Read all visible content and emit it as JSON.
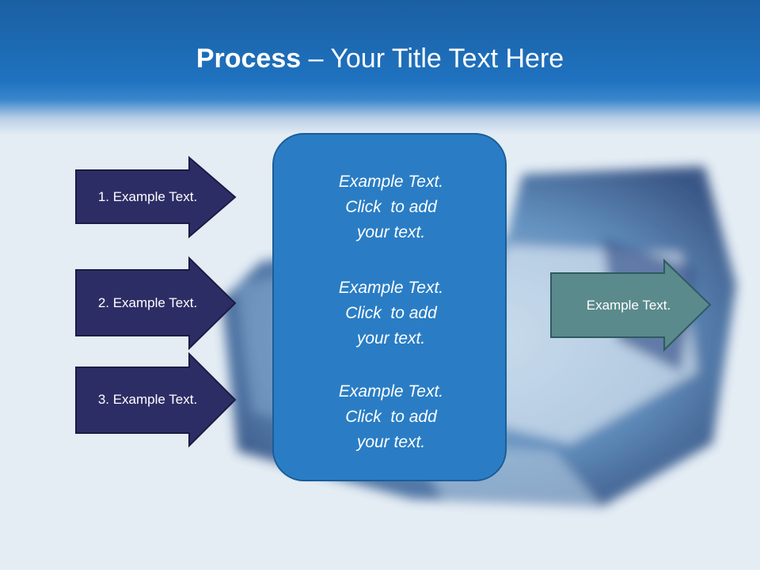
{
  "slide": {
    "title_bold": "Process",
    "title_rest": " – Your Title Text Here",
    "left_arrows": [
      {
        "label": "1. Example Text."
      },
      {
        "label": "2. Example Text."
      },
      {
        "label": "3. Example Text."
      }
    ],
    "center_box": {
      "paragraphs": [
        {
          "lines": [
            "Example Text.",
            "Click  to add",
            "your text."
          ]
        },
        {
          "lines": [
            "Example Text.",
            "Click  to add",
            "your text."
          ]
        },
        {
          "lines": [
            "Example Text.",
            "Click  to add",
            "your text."
          ]
        }
      ]
    },
    "right_arrow": {
      "label": "Example Text."
    }
  },
  "colors": {
    "header_blue": "#1f72c0",
    "left_arrow_fill": "#2d2d66",
    "center_box_fill": "#2a7dc4",
    "right_arrow_fill": "#5a8a8c",
    "background": "#e4ecf4"
  }
}
